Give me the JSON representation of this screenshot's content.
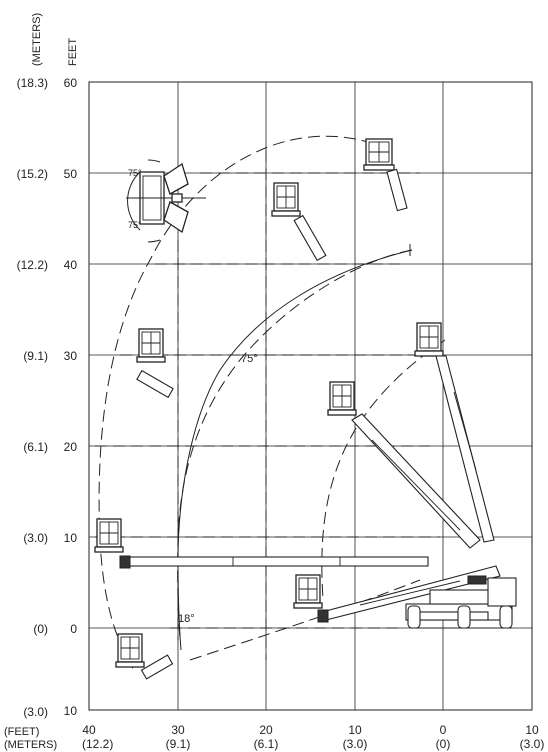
{
  "axes": {
    "y_unit_feet": "FEET",
    "y_unit_meters": "(METERS)",
    "x_unit_feet": "(FEET)",
    "x_unit_meters": "(METERS)",
    "y_feet_ticks": [
      "60",
      "50",
      "40",
      "30",
      "20",
      "10",
      "0",
      "10"
    ],
    "y_meter_ticks": [
      "(18.3)",
      "(15.2)",
      "(12.2)",
      "(9.1)",
      "(6.1)",
      "(3.0)",
      "(0)",
      "(3.0)"
    ],
    "x_feet_ticks": [
      "40",
      "30",
      "20",
      "10",
      "0",
      "10"
    ],
    "x_meter_ticks": [
      "(12.2)",
      "(9.1)",
      "(6.1)",
      "(3.0)",
      "(0)",
      "(3.0)"
    ]
  },
  "annotations": {
    "angle_boom_up": "75°",
    "angle_boom_down": "18°",
    "rotator_top": "75°",
    "rotator_bottom": "75°"
  }
}
